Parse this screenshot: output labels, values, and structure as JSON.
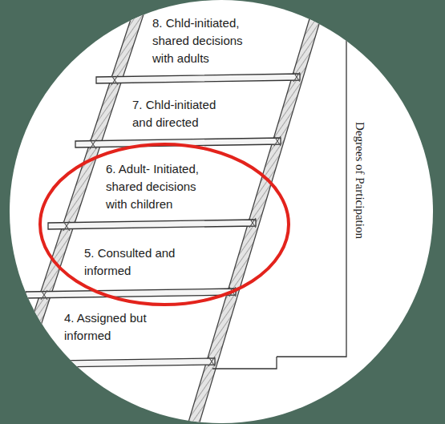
{
  "diagram": {
    "labels": [
      "8. Chld-initiated, shared decisions with adults",
      "7. Chld-initiated and directed",
      "6. Adult- Initiated, shared decisions with children",
      "5. Consulted and informed",
      "4. Assigned but informed",
      "Degrees of Participation"
    ]
  }
}
